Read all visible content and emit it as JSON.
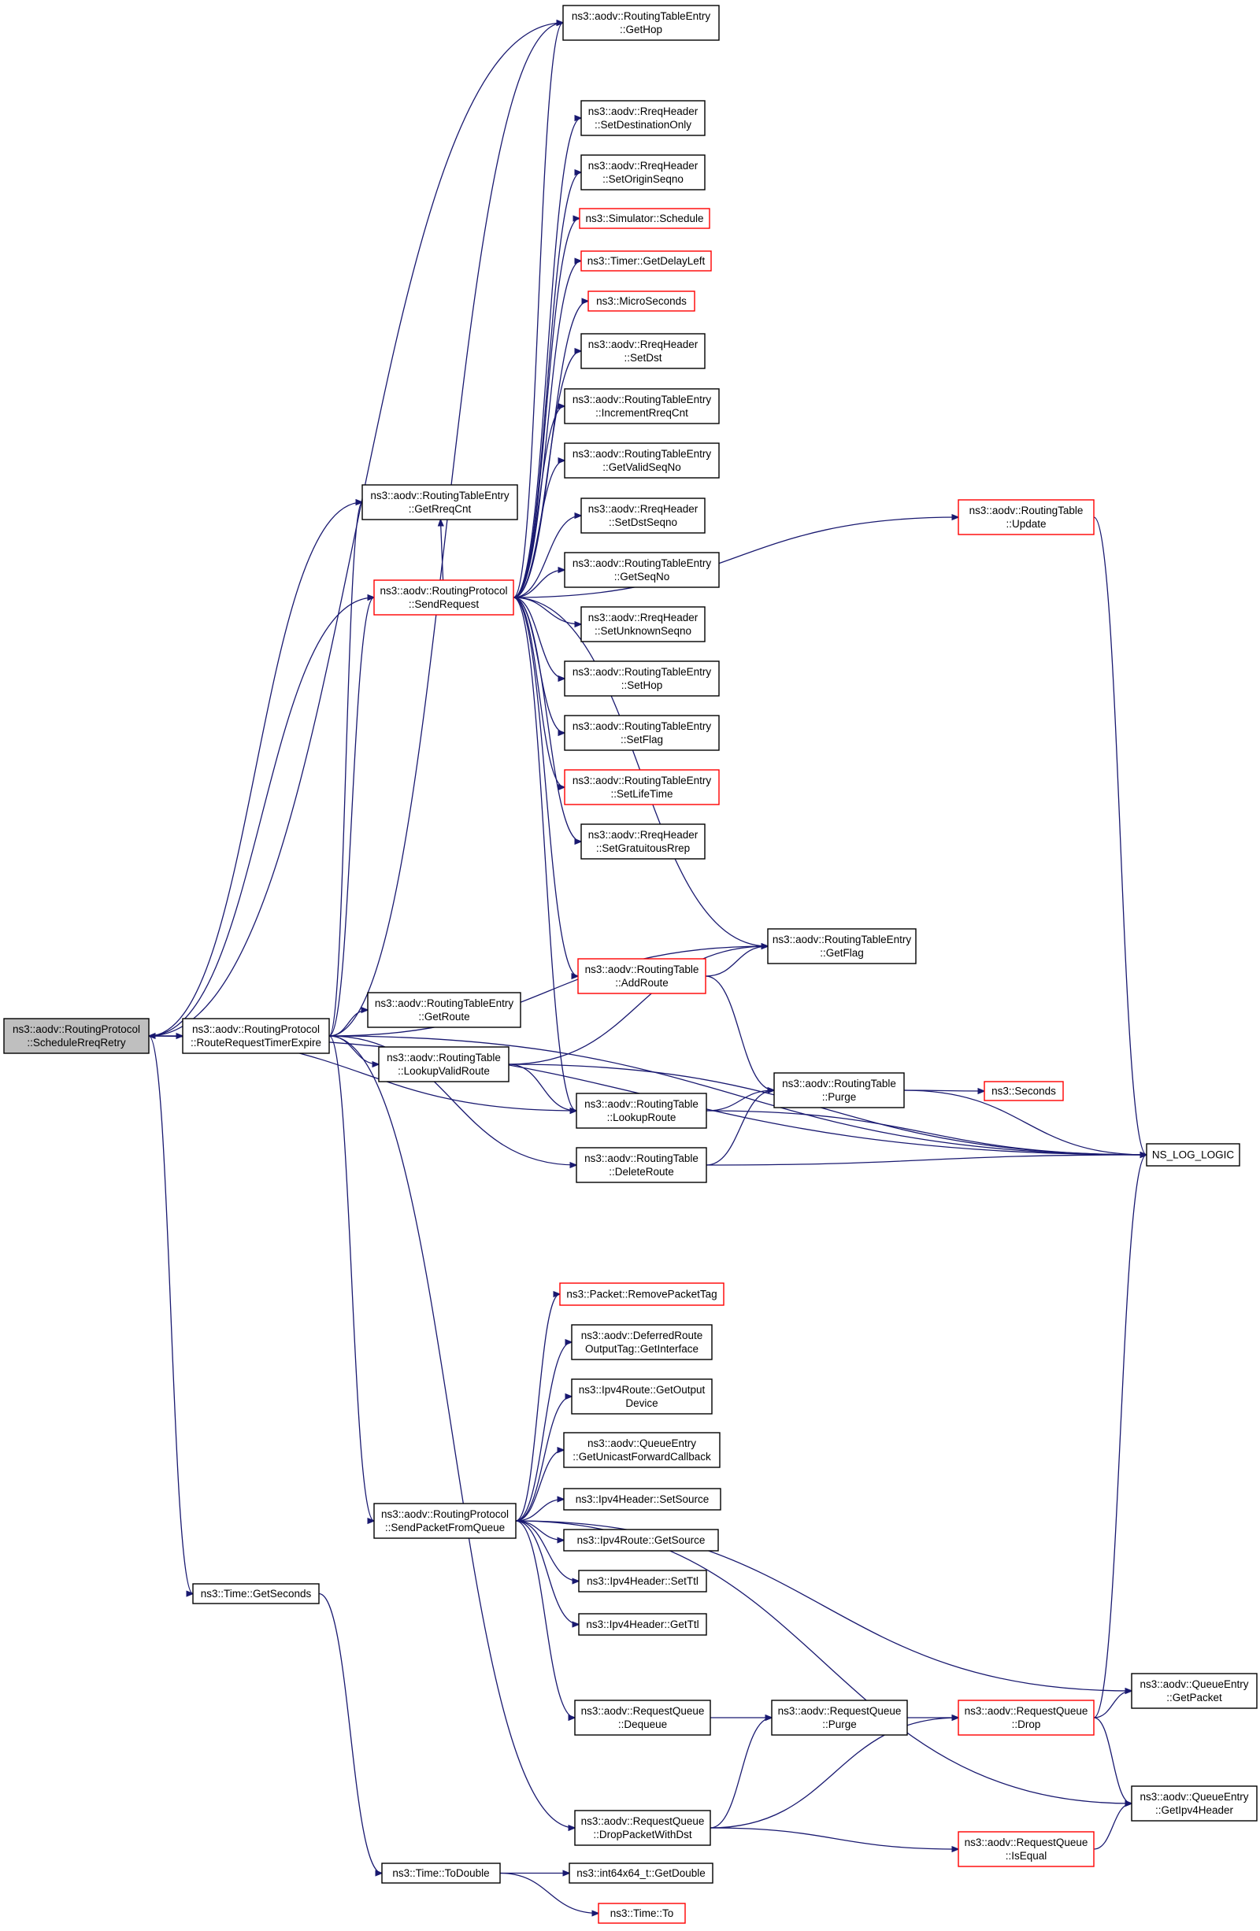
{
  "diagram": {
    "type": "call-graph",
    "colors": {
      "edge": "#191970",
      "border": "#000000",
      "border_incomplete": "#ff0000",
      "selected_fill": "#bfbfbf"
    },
    "nodes": [
      {
        "id": "schedule_rreq_retry",
        "lines": [
          "ns3::aodv::RoutingProtocol",
          "::ScheduleRreqRetry"
        ],
        "style": "selected"
      },
      {
        "id": "get_hop",
        "lines": [
          "ns3::aodv::RoutingTableEntry",
          "::GetHop"
        ],
        "style": "black"
      },
      {
        "id": "set_destination_only",
        "lines": [
          "ns3::aodv::RreqHeader",
          "::SetDestinationOnly"
        ],
        "style": "black"
      },
      {
        "id": "set_origin_seqno",
        "lines": [
          "ns3::aodv::RreqHeader",
          "::SetOriginSeqno"
        ],
        "style": "black"
      },
      {
        "id": "simulator_schedule",
        "lines": [
          "ns3::Simulator::Schedule"
        ],
        "style": "red"
      },
      {
        "id": "timer_get_delay_left",
        "lines": [
          "ns3::Timer::GetDelayLeft"
        ],
        "style": "red"
      },
      {
        "id": "micro_seconds",
        "lines": [
          "ns3::MicroSeconds"
        ],
        "style": "red"
      },
      {
        "id": "set_dst",
        "lines": [
          "ns3::aodv::RreqHeader",
          "::SetDst"
        ],
        "style": "black"
      },
      {
        "id": "increment_rreq_cnt",
        "lines": [
          "ns3::aodv::RoutingTableEntry",
          "::IncrementRreqCnt"
        ],
        "style": "black"
      },
      {
        "id": "get_valid_seq_no",
        "lines": [
          "ns3::aodv::RoutingTableEntry",
          "::GetValidSeqNo"
        ],
        "style": "black"
      },
      {
        "id": "get_rreq_cnt",
        "lines": [
          "ns3::aodv::RoutingTableEntry",
          "::GetRreqCnt"
        ],
        "style": "black"
      },
      {
        "id": "routing_table_update",
        "lines": [
          "ns3::aodv::RoutingTable",
          "::Update"
        ],
        "style": "red"
      },
      {
        "id": "set_dst_seqno",
        "lines": [
          "ns3::aodv::RreqHeader",
          "::SetDstSeqno"
        ],
        "style": "black"
      },
      {
        "id": "send_request",
        "lines": [
          "ns3::aodv::RoutingProtocol",
          "::SendRequest"
        ],
        "style": "red"
      },
      {
        "id": "get_seq_no",
        "lines": [
          "ns3::aodv::RoutingTableEntry",
          "::GetSeqNo"
        ],
        "style": "black"
      },
      {
        "id": "set_unknown_seqno",
        "lines": [
          "ns3::aodv::RreqHeader",
          "::SetUnknownSeqno"
        ],
        "style": "black"
      },
      {
        "id": "set_hop",
        "lines": [
          "ns3::aodv::RoutingTableEntry",
          "::SetHop"
        ],
        "style": "black"
      },
      {
        "id": "set_flag",
        "lines": [
          "ns3::aodv::RoutingTableEntry",
          "::SetFlag"
        ],
        "style": "black"
      },
      {
        "id": "set_life_time",
        "lines": [
          "ns3::aodv::RoutingTableEntry",
          "::SetLifeTime"
        ],
        "style": "red"
      },
      {
        "id": "set_gratuitous_rrep",
        "lines": [
          "ns3::aodv::RreqHeader",
          "::SetGratuitousRrep"
        ],
        "style": "black"
      },
      {
        "id": "get_flag",
        "lines": [
          "ns3::aodv::RoutingTableEntry",
          "::GetFlag"
        ],
        "style": "black"
      },
      {
        "id": "add_route",
        "lines": [
          "ns3::aodv::RoutingTable",
          "::AddRoute"
        ],
        "style": "red"
      },
      {
        "id": "get_route",
        "lines": [
          "ns3::aodv::RoutingTableEntry",
          "::GetRoute"
        ],
        "style": "black"
      },
      {
        "id": "route_request_timer_expire",
        "lines": [
          "ns3::aodv::RoutingProtocol",
          "::RouteRequestTimerExpire"
        ],
        "style": "black"
      },
      {
        "id": "lookup_valid_route",
        "lines": [
          "ns3::aodv::RoutingTable",
          "::LookupValidRoute"
        ],
        "style": "black"
      },
      {
        "id": "routing_table_purge",
        "lines": [
          "ns3::aodv::RoutingTable",
          "::Purge"
        ],
        "style": "black"
      },
      {
        "id": "seconds",
        "lines": [
          "ns3::Seconds"
        ],
        "style": "red"
      },
      {
        "id": "lookup_route",
        "lines": [
          "ns3::aodv::RoutingTable",
          "::LookupRoute"
        ],
        "style": "black"
      },
      {
        "id": "ns_log_logic",
        "lines": [
          "NS_LOG_LOGIC"
        ],
        "style": "black"
      },
      {
        "id": "delete_route",
        "lines": [
          "ns3::aodv::RoutingTable",
          "::DeleteRoute"
        ],
        "style": "black"
      },
      {
        "id": "remove_packet_tag",
        "lines": [
          "ns3::Packet::RemovePacketTag"
        ],
        "style": "red"
      },
      {
        "id": "deferred_route_get_interface",
        "lines": [
          "ns3::aodv::DeferredRoute",
          "OutputTag::GetInterface"
        ],
        "style": "black"
      },
      {
        "id": "ipv4route_get_output_device",
        "lines": [
          "ns3::Ipv4Route::GetOutput",
          "Device"
        ],
        "style": "black"
      },
      {
        "id": "get_unicast_forward_callback",
        "lines": [
          "ns3::aodv::QueueEntry",
          "::GetUnicastForwardCallback"
        ],
        "style": "black"
      },
      {
        "id": "ipv4header_set_source",
        "lines": [
          "ns3::Ipv4Header::SetSource"
        ],
        "style": "black"
      },
      {
        "id": "send_packet_from_queue",
        "lines": [
          "ns3::aodv::RoutingProtocol",
          "::SendPacketFromQueue"
        ],
        "style": "black"
      },
      {
        "id": "ipv4route_get_source",
        "lines": [
          "ns3::Ipv4Route::GetSource"
        ],
        "style": "black"
      },
      {
        "id": "ipv4header_set_ttl",
        "lines": [
          "ns3::Ipv4Header::SetTtl"
        ],
        "style": "black"
      },
      {
        "id": "ipv4header_get_ttl",
        "lines": [
          "ns3::Ipv4Header::GetTtl"
        ],
        "style": "black"
      },
      {
        "id": "time_get_seconds",
        "lines": [
          "ns3::Time::GetSeconds"
        ],
        "style": "black"
      },
      {
        "id": "queue_entry_get_packet",
        "lines": [
          "ns3::aodv::QueueEntry",
          "::GetPacket"
        ],
        "style": "black"
      },
      {
        "id": "request_queue_dequeue",
        "lines": [
          "ns3::aodv::RequestQueue",
          "::Dequeue"
        ],
        "style": "black"
      },
      {
        "id": "request_queue_purge",
        "lines": [
          "ns3::aodv::RequestQueue",
          "::Purge"
        ],
        "style": "black"
      },
      {
        "id": "request_queue_drop",
        "lines": [
          "ns3::aodv::RequestQueue",
          "::Drop"
        ],
        "style": "red"
      },
      {
        "id": "queue_entry_get_ipv4_header",
        "lines": [
          "ns3::aodv::QueueEntry",
          "::GetIpv4Header"
        ],
        "style": "black"
      },
      {
        "id": "drop_packet_with_dst",
        "lines": [
          "ns3::aodv::RequestQueue",
          "::DropPacketWithDst"
        ],
        "style": "black"
      },
      {
        "id": "request_queue_is_equal",
        "lines": [
          "ns3::aodv::RequestQueue",
          "::IsEqual"
        ],
        "style": "red"
      },
      {
        "id": "time_to_double",
        "lines": [
          "ns3::Time::ToDouble"
        ],
        "style": "black"
      },
      {
        "id": "int64x64_get_double",
        "lines": [
          "ns3::int64x64_t::GetDouble"
        ],
        "style": "black"
      },
      {
        "id": "time_to",
        "lines": [
          "ns3::Time::To"
        ],
        "style": "red"
      }
    ],
    "edges": [
      [
        "schedule_rreq_retry",
        "get_hop"
      ],
      [
        "schedule_rreq_retry",
        "get_rreq_cnt"
      ],
      [
        "schedule_rreq_retry",
        "send_request"
      ],
      [
        "schedule_rreq_retry",
        "route_request_timer_expire"
      ],
      [
        "schedule_rreq_retry",
        "lookup_route"
      ],
      [
        "schedule_rreq_retry",
        "ns_log_logic"
      ],
      [
        "schedule_rreq_retry",
        "time_get_seconds"
      ],
      [
        "route_request_timer_expire",
        "schedule_rreq_retry"
      ],
      [
        "route_request_timer_expire",
        "get_rreq_cnt"
      ],
      [
        "route_request_timer_expire",
        "send_request"
      ],
      [
        "route_request_timer_expire",
        "get_hop"
      ],
      [
        "route_request_timer_expire",
        "get_flag"
      ],
      [
        "route_request_timer_expire",
        "get_route"
      ],
      [
        "route_request_timer_expire",
        "lookup_valid_route"
      ],
      [
        "route_request_timer_expire",
        "delete_route"
      ],
      [
        "route_request_timer_expire",
        "ns_log_logic"
      ],
      [
        "route_request_timer_expire",
        "send_packet_from_queue"
      ],
      [
        "route_request_timer_expire",
        "drop_packet_with_dst"
      ],
      [
        "send_request",
        "get_hop"
      ],
      [
        "send_request",
        "routing_table_update"
      ],
      [
        "send_request",
        "set_destination_only"
      ],
      [
        "send_request",
        "set_origin_seqno"
      ],
      [
        "send_request",
        "simulator_schedule"
      ],
      [
        "send_request",
        "timer_get_delay_left"
      ],
      [
        "send_request",
        "micro_seconds"
      ],
      [
        "send_request",
        "set_dst"
      ],
      [
        "send_request",
        "increment_rreq_cnt"
      ],
      [
        "send_request",
        "get_valid_seq_no"
      ],
      [
        "send_request",
        "get_rreq_cnt"
      ],
      [
        "send_request",
        "set_dst_seqno"
      ],
      [
        "send_request",
        "get_seq_no"
      ],
      [
        "send_request",
        "set_unknown_seqno"
      ],
      [
        "send_request",
        "set_hop"
      ],
      [
        "send_request",
        "set_flag"
      ],
      [
        "send_request",
        "set_life_time"
      ],
      [
        "send_request",
        "set_gratuitous_rrep"
      ],
      [
        "send_request",
        "get_flag"
      ],
      [
        "send_request",
        "add_route"
      ],
      [
        "send_request",
        "lookup_route"
      ],
      [
        "routing_table_update",
        "ns_log_logic"
      ],
      [
        "add_route",
        "get_flag"
      ],
      [
        "add_route",
        "routing_table_purge"
      ],
      [
        "lookup_valid_route",
        "get_flag"
      ],
      [
        "lookup_valid_route",
        "lookup_route"
      ],
      [
        "lookup_valid_route",
        "ns_log_logic"
      ],
      [
        "lookup_route",
        "routing_table_purge"
      ],
      [
        "lookup_route",
        "ns_log_logic"
      ],
      [
        "delete_route",
        "routing_table_purge"
      ],
      [
        "delete_route",
        "ns_log_logic"
      ],
      [
        "routing_table_purge",
        "seconds"
      ],
      [
        "routing_table_purge",
        "ns_log_logic"
      ],
      [
        "send_packet_from_queue",
        "remove_packet_tag"
      ],
      [
        "send_packet_from_queue",
        "deferred_route_get_interface"
      ],
      [
        "send_packet_from_queue",
        "ipv4route_get_output_device"
      ],
      [
        "send_packet_from_queue",
        "get_unicast_forward_callback"
      ],
      [
        "send_packet_from_queue",
        "ipv4header_set_source"
      ],
      [
        "send_packet_from_queue",
        "ipv4route_get_source"
      ],
      [
        "send_packet_from_queue",
        "ipv4header_set_ttl"
      ],
      [
        "send_packet_from_queue",
        "ipv4header_get_ttl"
      ],
      [
        "send_packet_from_queue",
        "queue_entry_get_packet"
      ],
      [
        "send_packet_from_queue",
        "request_queue_dequeue"
      ],
      [
        "send_packet_from_queue",
        "queue_entry_get_ipv4_header"
      ],
      [
        "request_queue_dequeue",
        "request_queue_purge"
      ],
      [
        "request_queue_purge",
        "request_queue_drop"
      ],
      [
        "request_queue_drop",
        "ns_log_logic"
      ],
      [
        "request_queue_drop",
        "queue_entry_get_packet"
      ],
      [
        "request_queue_drop",
        "queue_entry_get_ipv4_header"
      ],
      [
        "drop_packet_with_dst",
        "request_queue_purge"
      ],
      [
        "drop_packet_with_dst",
        "request_queue_drop"
      ],
      [
        "drop_packet_with_dst",
        "request_queue_is_equal"
      ],
      [
        "request_queue_is_equal",
        "queue_entry_get_ipv4_header"
      ],
      [
        "time_get_seconds",
        "time_to_double"
      ],
      [
        "time_to_double",
        "int64x64_get_double"
      ],
      [
        "time_to_double",
        "time_to"
      ]
    ]
  }
}
